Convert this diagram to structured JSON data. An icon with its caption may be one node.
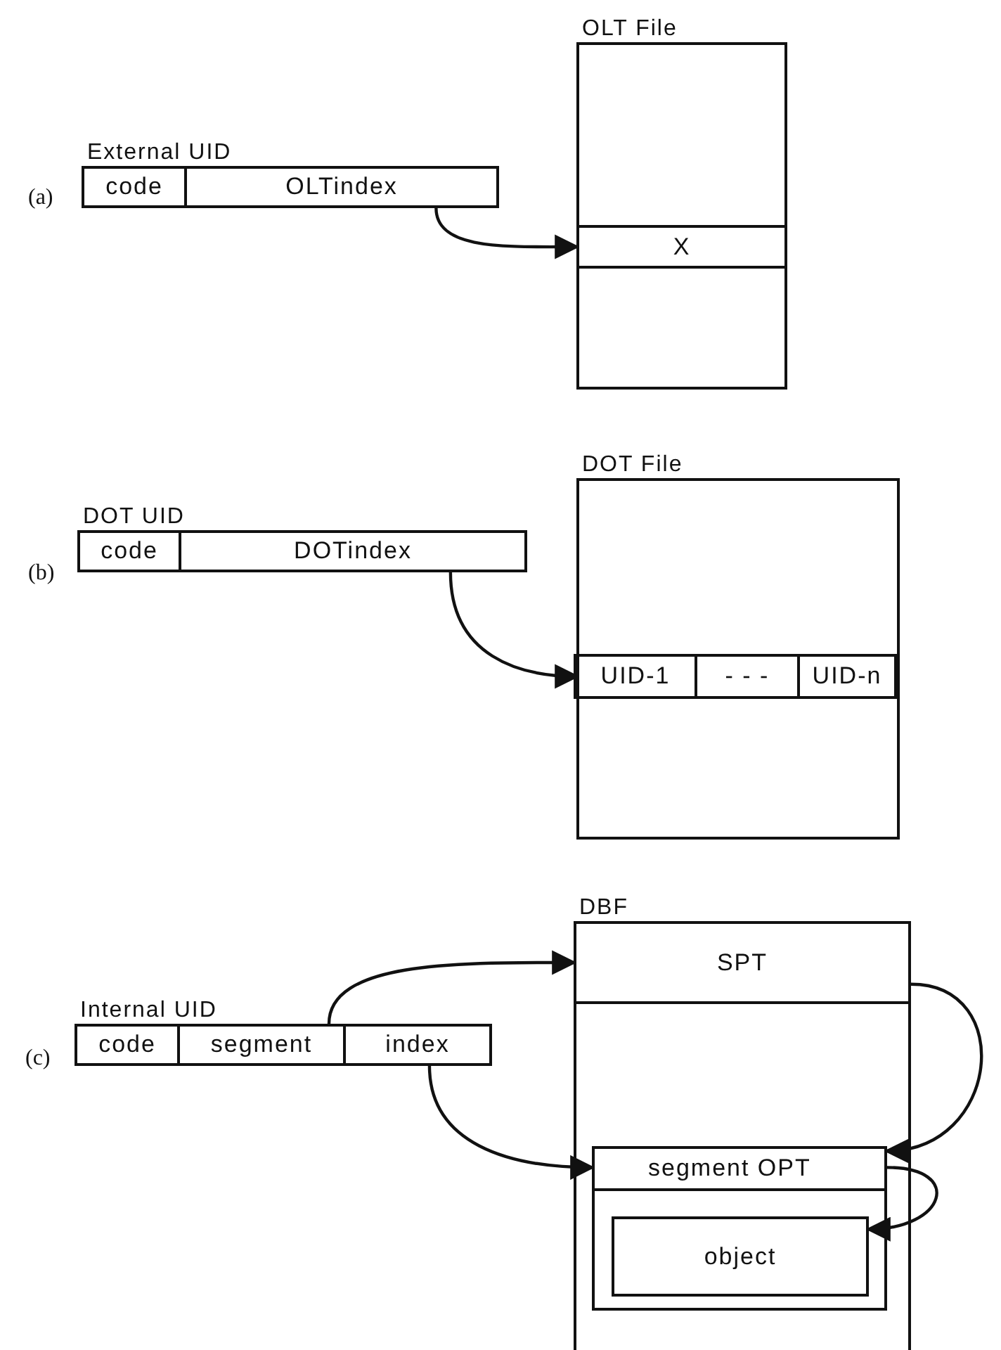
{
  "diagram": {
    "nodes": [
      {
        "text": [
          "External UID"
        ]
      },
      {
        "text": [
          "code"
        ],
        "in": 0
      },
      {
        "text": [
          "OLTindex"
        ],
        "in": 0
      },
      {
        "text": [
          "OLT File"
        ]
      },
      {
        "text": [
          "X"
        ],
        "in": 3
      },
      {
        "text": [
          "DOT UID"
        ]
      },
      {
        "text": [
          "code"
        ],
        "in": 5
      },
      {
        "text": [
          "DOTindex"
        ],
        "in": 5
      },
      {
        "text": [
          "DOT File"
        ]
      },
      {
        "text": [],
        "shape": "bar",
        "in": 8
      },
      {
        "text": [
          "UID-1"
        ],
        "in": 9
      },
      {
        "text": [
          "- - -"
        ],
        "in": 9
      },
      {
        "text": [
          "UID-n"
        ],
        "in": 9
      },
      {
        "text": [
          "Internal UID"
        ]
      },
      {
        "text": [
          "code"
        ],
        "in": 13
      },
      {
        "text": [
          "segment"
        ],
        "in": 13
      },
      {
        "text": [
          "index"
        ],
        "in": 13
      },
      {
        "text": [
          "DBF"
        ]
      },
      {
        "text": [
          "SPT"
        ],
        "in": 17
      },
      {
        "text": [
          "segment OPT"
        ],
        "in": 17
      },
      {
        "text": [
          "object"
        ],
        "in": 19
      }
    ],
    "edges": [
      {
        "from": 2,
        "to": 4,
        "arrow": "to"
      },
      {
        "from": 7,
        "to": 9,
        "arrow": "to"
      },
      {
        "from": 15,
        "to": 18,
        "arrow": "to"
      },
      {
        "from": 18,
        "to": 19,
        "arrow": "to"
      },
      {
        "from": 16,
        "to": 19,
        "arrow": "to"
      },
      {
        "from": 19,
        "to": 20,
        "arrow": "to"
      }
    ],
    "labels": [
      "(a)",
      "(b)",
      "(c)"
    ]
  }
}
